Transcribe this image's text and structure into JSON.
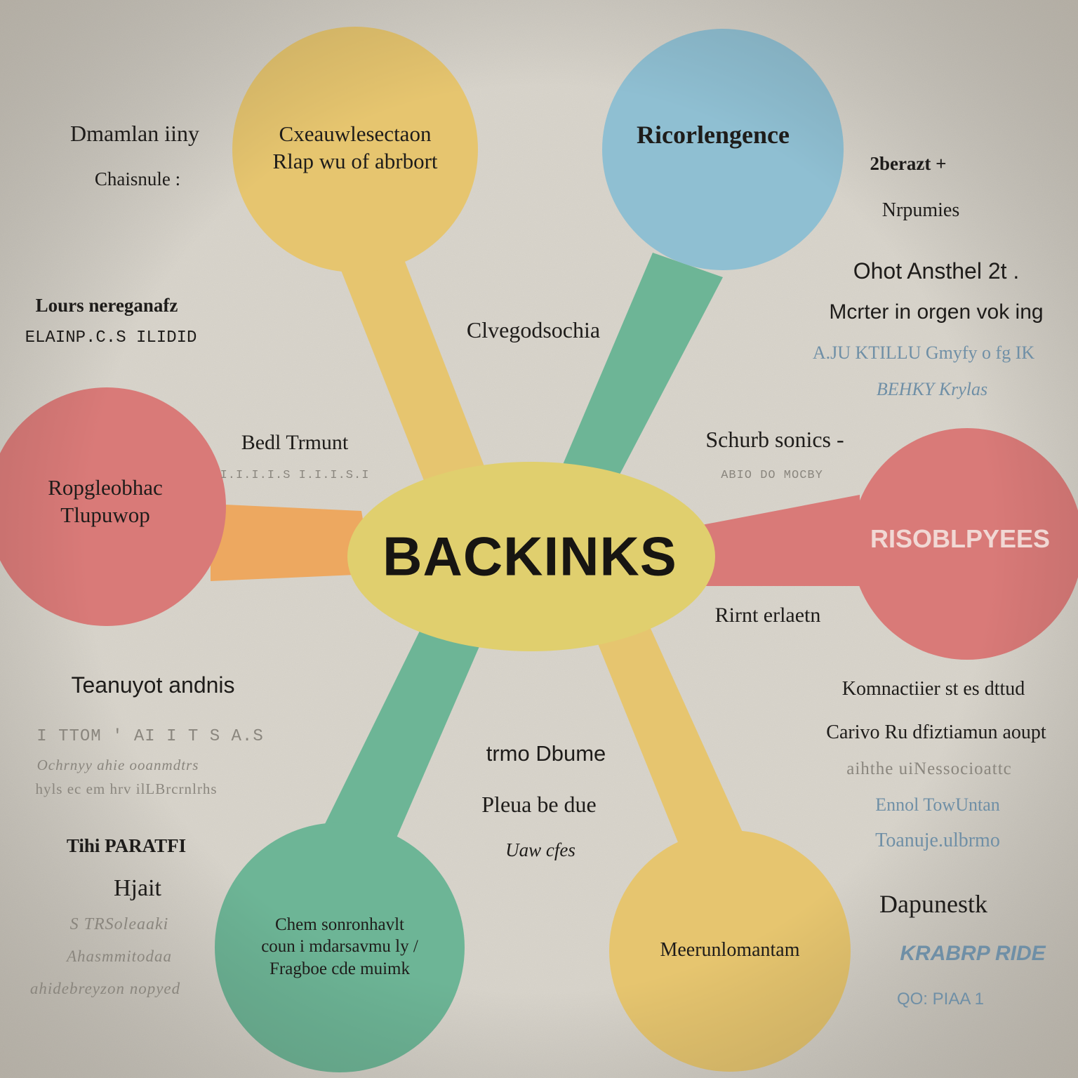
{
  "colors": {
    "paper": "#d9d5cc",
    "yellow": "#e6c56f",
    "blue": "#8fbfd2",
    "red": "#d97a78",
    "green": "#6db596",
    "orange": "#eda860",
    "hub": "#e0cf6e"
  },
  "hub": {
    "label": "BACKINKS"
  },
  "nodes": {
    "top_left": {
      "line1": "Cxeauwlesectaon",
      "line2": "Rlap wu of abrbort"
    },
    "top_right": {
      "line1": "Ricorlengence"
    },
    "left": {
      "line1": "Ropgleobhac",
      "line2": "Tlupuwop"
    },
    "right": {
      "line1": "RISOBLPYEES"
    },
    "bottom_left": {
      "line1": "Chem sonronhavlt",
      "line2": "coun i mdarsavmu ly /",
      "line3": "Fragboe cde muimk"
    },
    "bottom_right": {
      "line1": "Meerunlomantam"
    }
  },
  "labels": {
    "tl1": "Dmamlan iiny",
    "tl2": "Chaisnule :",
    "l1": "Lours nereganafz",
    "l2": "ELAINP.C.S ILIDID",
    "bl_head": "Bedl Trmunt",
    "bl_sub": "I.I.I.I.S I.I.I.S.I",
    "mid_top": "Clvegodsochia",
    "tr1": "2berazt  +",
    "tr2": "Nrpumies",
    "tr3": "Ohot Ansthel 2t .",
    "tr4": "Mcrter in orgen vok ing",
    "tr5": "A.JU KTILLU Gmyfy o fg IK",
    "tr6": "BEHKY Krylas",
    "mr1": "Schurb sonics -",
    "mr2": "ABIO DO MOCBY",
    "mr3": "Rirnt erlaetn",
    "bl1": "Teanuyot andnis",
    "bl2": "I TTOM ' AI I T S A.S",
    "bl3": "Ochrnyy ahie ooanmdtrs",
    "bl4": "hyls ec em hrv ilLBrcrnlrhs",
    "bl5": "Tihi PARATFI",
    "bl6": "Hjait",
    "bl7": "S TRSoleaaki",
    "bl8": "Ahasmmitodaa",
    "bl9": "ahidebreyzon nopyed",
    "bc1": "trmo Dbume",
    "bc2": "Pleua  be due",
    "bc3": "Uaw cfes",
    "br1": "Komnactiier st es dttud",
    "br2": "Carivo Ru dfiztiamun aoupt",
    "br3": "aihthe uiNessocioattc",
    "br4": "Ennol TowUntan",
    "br5": "Toanuje.ulbrmo",
    "br6": "Dapunestk",
    "br7": "KRABRP RIDE",
    "br8": "QO: PIAA  1"
  }
}
